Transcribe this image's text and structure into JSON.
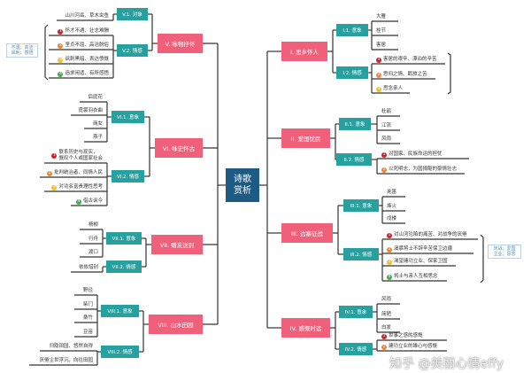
{
  "center": {
    "line1": "诗歌",
    "line2": "赏析"
  },
  "colors": {
    "center": "#1d5b84",
    "branch": "#f0607a",
    "sub": "#27a0a0",
    "line": "#333333",
    "badges": [
      "#c4262e",
      "#e8873a",
      "#f0c02f",
      "#46a852"
    ]
  },
  "branches": [
    {
      "label": "I. 思乡怀人",
      "subs": [
        {
          "label": "I.1. 意象",
          "leaves": [
            {
              "text": "大雁"
            },
            {
              "text": "桂节"
            },
            {
              "text": "客居"
            }
          ]
        },
        {
          "label": "I.2. 情感",
          "leaves": [
            {
              "num": "1",
              "text": "客居的艰辛、漂泊的辛苦"
            },
            {
              "num": "2",
              "text": "思归之情、羁旅之苦"
            },
            {
              "num": "3",
              "text": "思念亲人"
            }
          ]
        }
      ]
    },
    {
      "label": "II. 爱国忧民",
      "subs": [
        {
          "label": "II.1. 意象",
          "leaves": [
            {
              "text": "杜鹃"
            },
            {
              "text": "江流"
            },
            {
              "text": "风雨"
            }
          ]
        },
        {
          "label": "II.2. 情感",
          "leaves": [
            {
              "num": "1",
              "text": "对国家、民族命运的担忧"
            },
            {
              "num": "2",
              "text": "以死明志，为国捐躯的豪情壮志"
            }
          ]
        }
      ]
    },
    {
      "label": "III. 边塞征战",
      "subs": [
        {
          "label": "III.1. 意象",
          "leaves": [
            {
              "text": "羌笛"
            },
            {
              "text": "烽火"
            },
            {
              "text": "戍楼"
            }
          ]
        },
        {
          "label": "III.2. 情感",
          "leaves": [
            {
              "num": "1",
              "text": "对山河沦陷的痛苦、对战争的厌倦"
            },
            {
              "num": "2",
              "text": "渴慕将士不辞辛苦保卫边疆"
            },
            {
              "num": "3",
              "text": "渴望建功立业、保家卫国"
            },
            {
              "num": "4",
              "text": "将士与亲人互相思念"
            }
          ]
        }
      ]
    },
    {
      "label": "IV. 感慨时运",
      "subs": [
        {
          "label": "IV.1. 意象",
          "leaves": [
            {
              "text": "风雨"
            },
            {
              "text": "简陋"
            },
            {
              "text": "白发"
            }
          ]
        },
        {
          "label": "IV.2. 情感",
          "leaves": [
            {
              "num": "1",
              "text": "世事之感的感慨"
            },
            {
              "num": "2",
              "text": "建功立业的雄心与感慨"
            }
          ]
        }
      ]
    },
    {
      "label": "V. 咏物抒怀",
      "subs": [
        {
          "label": "V.1. 对象",
          "leaves": [
            {
              "text": "山川河岳、草木虫鱼"
            }
          ]
        },
        {
          "label": "V.2. 情感",
          "leaves": [
            {
              "num": "1",
              "text": "怀才不遇、壮志难酬"
            },
            {
              "num": "2",
              "text": "坚贞不屈、高洁脱俗"
            },
            {
              "num": "3",
              "text": "讽刺黑暗、表达愤慨"
            },
            {
              "num": "4",
              "text": "追求闲适、有所感悟"
            }
          ]
        }
      ]
    },
    {
      "label": "VI. 咏史怀古",
      "subs": [
        {
          "label": "VI.1. 意象",
          "leaves": [
            {
              "text": "后庭花"
            },
            {
              "text": "霓裳羽衣曲"
            },
            {
              "text": "商女"
            },
            {
              "text": "燕子"
            }
          ]
        },
        {
          "label": "VI.2. 情感",
          "leaves": [
            {
              "num": "1",
              "text": "联系历史与现实，\n慨叹个人或国家社会"
            },
            {
              "num": "2",
              "text": "批判统治者、同情人民"
            },
            {
              "num": "3",
              "text": "对功名富贵理性思考"
            },
            {
              "num": "4",
              "text": "借古讽今"
            }
          ]
        }
      ]
    },
    {
      "label": "VII. 赠友送别",
      "subs": [
        {
          "label": "VII.1. 意象",
          "leaves": [
            {
              "text": "杨柳"
            },
            {
              "text": "行舟"
            },
            {
              "text": "渡口"
            }
          ]
        },
        {
          "label": "VII.2. 情感",
          "leaves": [
            {
              "text": "依依惜别"
            }
          ]
        }
      ]
    },
    {
      "label": "VIII. 山水田园",
      "subs": [
        {
          "label": "VIII.1. 意象",
          "leaves": [
            {
              "text": "野径"
            },
            {
              "text": "柴门"
            },
            {
              "text": "桑竹"
            },
            {
              "text": "豆苗"
            }
          ]
        },
        {
          "label": "VIII.2. 情感",
          "leaves": [
            {
              "text": "归隐田园、悠然自得"
            },
            {
              "text": "厌倦尘世浮沉，向往田园"
            }
          ]
        }
      ]
    }
  ],
  "notes": {
    "left": "不遇；高洁\n讽刺；感悟",
    "right": "厌战；爱国\n立业；思念"
  },
  "watermark": "知乎 @美丽心情effy"
}
